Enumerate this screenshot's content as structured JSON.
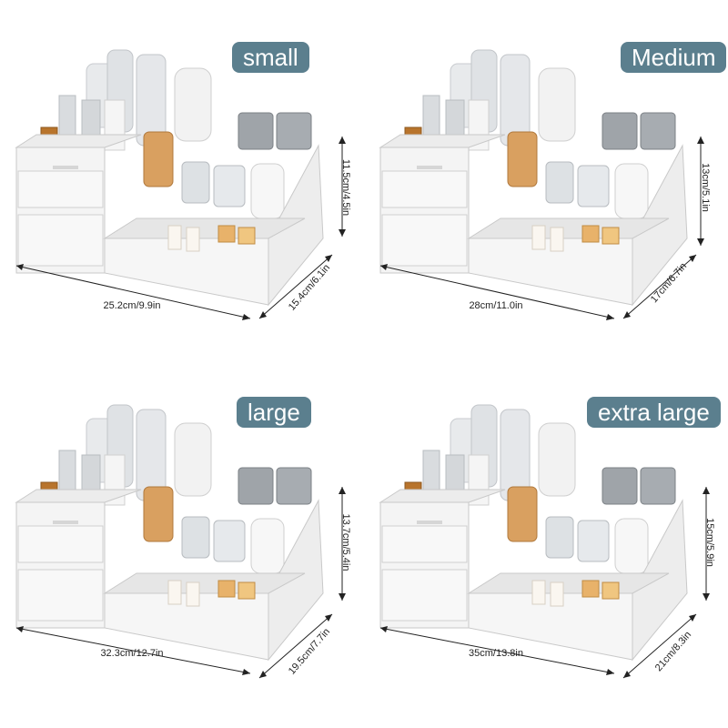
{
  "colors": {
    "badge": "#5b7f8e",
    "box": "#f4f4f4",
    "box_edge": "#c9c9c9",
    "dimension_line": "#222222"
  },
  "variants": [
    {
      "label": "small",
      "width": "25.2cm/9.9in",
      "depth": "15.4cm/6.1in",
      "height": "11.5cm/4.5in"
    },
    {
      "label": "Medium",
      "width": "28cm/11.0in",
      "depth": "17cm/6.7in",
      "height": "13cm/5.1in"
    },
    {
      "label": "large",
      "width": "32.3cm/12.7in",
      "depth": "19.5cm/7.7in",
      "height": "13.7cm/5.4in"
    },
    {
      "label": "extra large",
      "width": "35cm/13.8in",
      "depth": "21cm/8.3in",
      "height": "15cm/5.9in"
    }
  ]
}
